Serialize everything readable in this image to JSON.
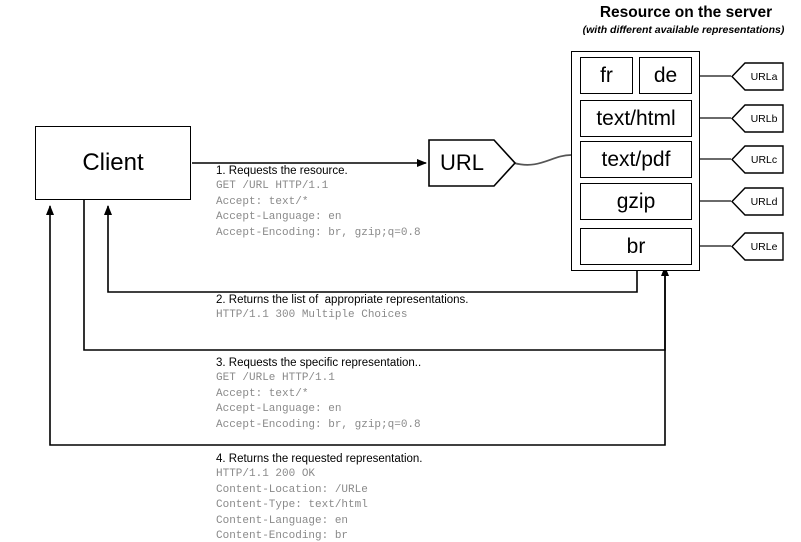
{
  "resource": {
    "title": "Resource on the server",
    "subtitle": "(with different available representations)",
    "representations": [
      {
        "label": "fr",
        "url": ""
      },
      {
        "label": "de",
        "url": "URLa"
      },
      {
        "label": "text/html",
        "url": "URLb"
      },
      {
        "label": "text/pdf",
        "url": "URLc"
      },
      {
        "label": "gzip",
        "url": "URLd"
      },
      {
        "label": "br",
        "url": "URLe"
      }
    ],
    "url_tags": [
      "URLa",
      "URLb",
      "URLc",
      "URLd",
      "URLe"
    ]
  },
  "client": {
    "label": "Client"
  },
  "url_node": {
    "label": "URL"
  },
  "messages": [
    {
      "id": "request-1",
      "head": "1. Requests the resource.",
      "code": "GET /URL HTTP/1.1\nAccept: text/*\nAccept-Language: en\nAccept-Encoding: br, gzip;q=0.8"
    },
    {
      "id": "response-2",
      "head": "2. Returns the list of  appropriate representations.",
      "code": "HTTP/1.1 300 Multiple Choices"
    },
    {
      "id": "request-3",
      "head": "3. Requests the specific representation..",
      "code": "GET /URLe HTTP/1.1\nAccept: text/*\nAccept-Language: en\nAccept-Encoding: br, gzip;q=0.8"
    },
    {
      "id": "response-4",
      "head": "4. Returns the requested representation.",
      "code": "HTTP/1.1 200 OK\nContent-Location: /URLe\nContent-Type: text/html\nContent-Language: en\nContent-Encoding: br"
    }
  ],
  "colors": {
    "stroke": "#000000",
    "code_text": "#8a8a8a",
    "background": "#ffffff",
    "connector": "#555555"
  }
}
